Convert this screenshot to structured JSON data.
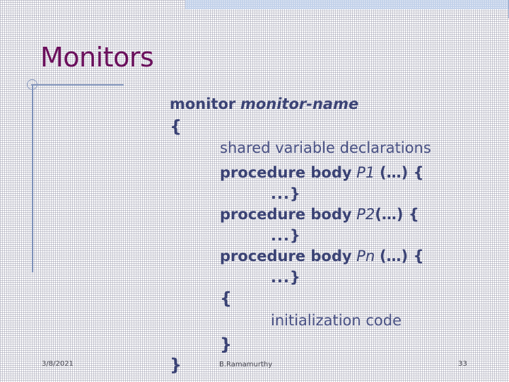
{
  "slide": {
    "title": "Monitors",
    "title_color": "#6b0f5c",
    "code_color": "#3b4375",
    "accent_rule_color": "#7d90b8",
    "band_color": "#c3d2ea"
  },
  "code": {
    "line_monitor_keyword": "monitor",
    "line_monitor_name": "monitor-name",
    "open_brace_outer": "{",
    "shared_declarations": "shared variable declarations",
    "procedure_keyword": "procedure body",
    "proc1_name": "P1",
    "proc1_args": "(…) {",
    "proc1_body": "...}",
    "proc2_name": "P2",
    "proc2_args": "(…) {",
    "proc2_body": "...}",
    "procn_name": "Pn",
    "procn_args": "(…) {",
    "procn_body": "...}",
    "open_brace_init": "{",
    "initialization_code": "initialization code",
    "close_brace_init": "}",
    "close_brace_outer": "}"
  },
  "footer": {
    "date": "3/8/2021",
    "author": "B.Ramamurthy",
    "page_number": "33"
  }
}
